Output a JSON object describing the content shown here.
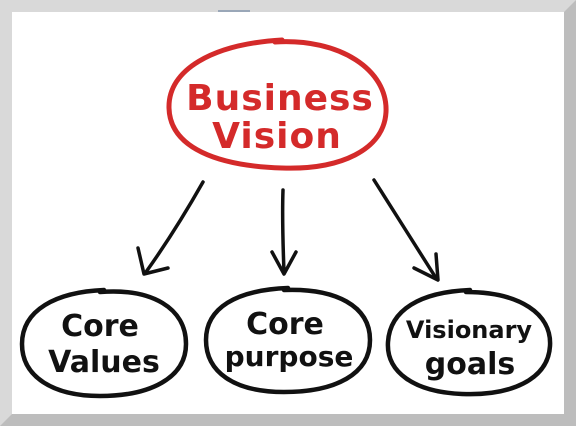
{
  "colors": {
    "accent": "#d42a2a",
    "ink": "#111111",
    "frame": "#d9d9d9"
  },
  "top_node": {
    "line1": "Business",
    "line2": "Vision"
  },
  "children": [
    {
      "line1": "Core",
      "line2": "Values"
    },
    {
      "line1": "Core",
      "line2": "purpose"
    },
    {
      "line1": "Visionary",
      "line2": "goals"
    }
  ]
}
